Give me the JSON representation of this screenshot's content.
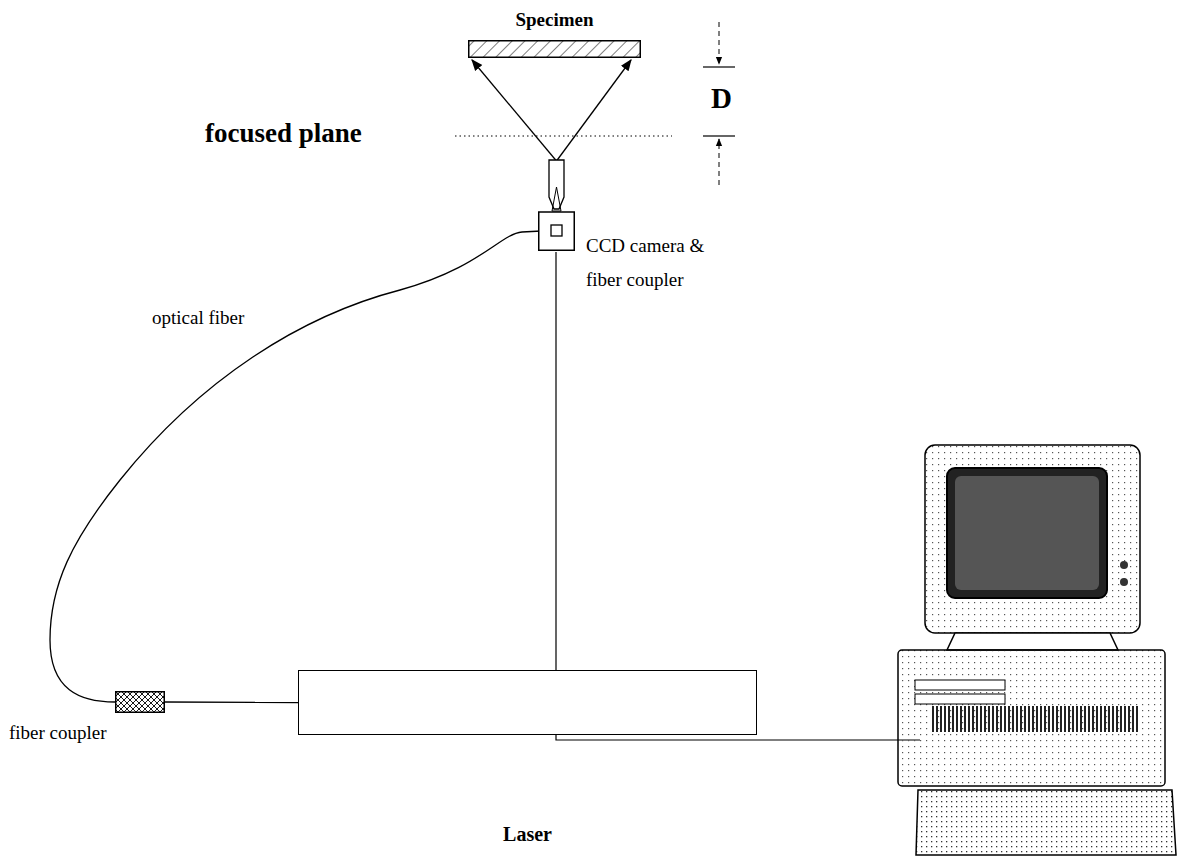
{
  "diagram": {
    "nodes": [
      {
        "text": [
          "Specimen"
        ]
      },
      {
        "text": [
          "CCD camera & fiber coupler"
        ]
      },
      {
        "text": [
          "fiber coupler"
        ]
      },
      {
        "text": [
          "Laser"
        ]
      }
    ],
    "edges": [
      {
        "from": 1,
        "to": 2,
        "arrow": "none",
        "label": "optical fiber"
      },
      {
        "from": 2,
        "to": 3,
        "arrow": "none"
      },
      {
        "from": 1,
        "to": 0,
        "arrow": "to"
      },
      {
        "from": 1,
        "to": 0,
        "arrow": "to"
      }
    ],
    "labels": [
      "focused plane",
      "D"
    ]
  }
}
